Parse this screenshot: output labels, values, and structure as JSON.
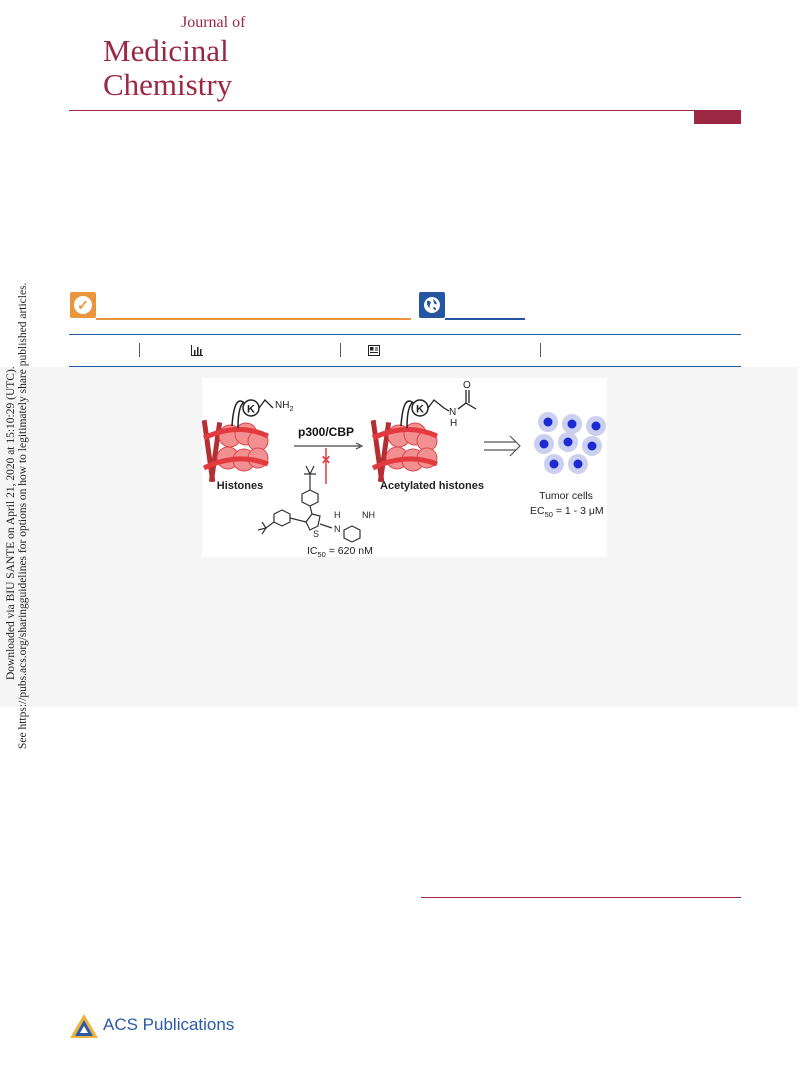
{
  "masthead": {
    "line1": "Journal of",
    "line2": "Medicinal",
    "line3": "Chemistry"
  },
  "access_badges": [
    {
      "name": "editors-choice",
      "color": "#e9963f",
      "icon": "check-icon"
    },
    {
      "name": "open-access",
      "color": "#2456a4",
      "icon": "globe-icon"
    }
  ],
  "metrics_bar": {
    "icons": [
      "bar-chart-icon",
      "article-icon"
    ]
  },
  "toc_graphic": {
    "lysine_label": "K",
    "amine_label": "NH",
    "amine_sub": "2",
    "carbonyl_o": "O",
    "amide_n": "N",
    "amide_h": "H",
    "enzyme_label": "p300/CBP",
    "histones_label": "Histones",
    "acetylated_label": "Acetylated histones",
    "tumor_label": "Tumor cells",
    "ec50_prefix": "EC",
    "ec50_sub": "50",
    "ec50_value": " = 1 - 3 μM",
    "ic50_prefix": "IC",
    "ic50_sub": "50",
    "ic50_value": " = 620 nM",
    "thiophene_s": "S",
    "linker_h": "H",
    "linker_n": "N",
    "piperidine_nh": "NH"
  },
  "side_note": {
    "line1": "Downloaded via BIU SANTE on April 21, 2020 at 15:10:29 (UTC).",
    "line2": "See https://pubs.acs.org/sharingguidelines for options on how to legitimately share published articles."
  },
  "footer": {
    "publisher": "ACS Publications"
  },
  "colors": {
    "brand": "#9b2743",
    "orange": "#e9963f",
    "blue": "#2456a4",
    "histone_red": "#e23a3f"
  }
}
